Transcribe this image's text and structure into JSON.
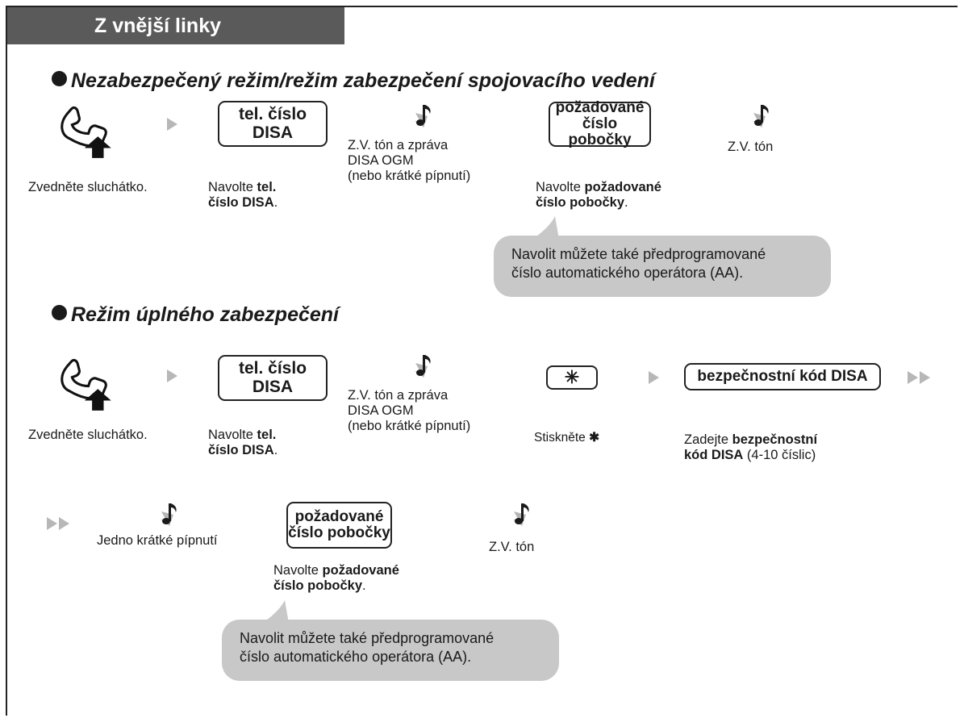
{
  "header": {
    "title": "Z vnější linky"
  },
  "sections": [
    {
      "title": "Nezabezpečený režim/režim zabezpečení spojovacího vedení",
      "steps": {
        "lift_caption": "Zvedněte sluchátko.",
        "disa_box_line1": "tel. číslo",
        "disa_box_line2": "DISA",
        "dial_prefix": "Navolte ",
        "dial_bold1": "tel.",
        "dial_bold2": "číslo DISA",
        "dial_suffix": ".",
        "tone1_line1": "Z.V. tón a zpráva",
        "tone1_line2": "DISA OGM",
        "tone1_line3": "(nebo krátké pípnutí)",
        "ext_box_line1": "požadované",
        "ext_box_line2": "číslo pobočky",
        "ext_prefix": "Navolte ",
        "ext_bold1": "požadované",
        "ext_bold2": "číslo pobočky",
        "ext_suffix": ".",
        "tone2": "Z.V. tón"
      },
      "bubble": {
        "line1": "Navolit můžete také předprogramované",
        "line2": "číslo automatického operátora (AA)."
      }
    },
    {
      "title": "Režim úplného zabezpečení",
      "steps": {
        "lift_caption": "Zvedněte sluchátko.",
        "disa_box_line1": "tel. číslo",
        "disa_box_line2": "DISA",
        "dial_prefix": "Navolte ",
        "dial_bold1": "tel.",
        "dial_bold2": "číslo DISA",
        "dial_suffix": ".",
        "tone1_line1": "Z.V. tón a zpráva",
        "tone1_line2": "DISA OGM",
        "tone1_line3": "(nebo krátké pípnutí)",
        "star_key": "✳",
        "star_caption": "Stiskněte ",
        "star_caption_symbol": "✱",
        "code_box": "bezpečnostní kód DISA",
        "code_prefix": "Zadejte ",
        "code_bold1": "bezpečnostní",
        "code_bold2": "kód DISA",
        "code_suffix": " (4-10 číslic)",
        "beep": "Jedno krátké pípnutí",
        "ext_box_line1": "požadované",
        "ext_box_line2": "číslo pobočky",
        "ext_prefix": "Navolte ",
        "ext_bold1": "požadované",
        "ext_bold2": "číslo pobočky",
        "ext_suffix": ".",
        "tone2": "Z.V. tón"
      },
      "bubble": {
        "line1": "Navolit můžete také předprogramované",
        "line2": "číslo automatického operátora (AA)."
      }
    }
  ],
  "icons": {
    "handset": "handset-off-hook-icon",
    "tone": "tone-note-icon",
    "step_arrow": "step-arrow-icon",
    "continue_arrow": "continue-double-arrow-icon"
  },
  "colors": {
    "header_bg": "#5a5a5a",
    "bubble_bg": "#c8c8c8",
    "arrow": "#b7b7b7",
    "tone_icon": "#2b2b2b"
  }
}
